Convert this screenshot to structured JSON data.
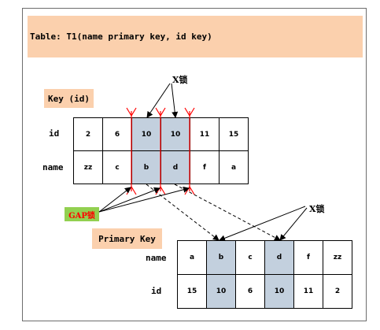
{
  "title": "Table: T1(name primary key, id key)",
  "key_label": "Key (id)",
  "primary_label": "Primary Key",
  "gap_label": "GAP锁",
  "x_lock_label_top": "X锁",
  "x_lock_label_right": "X锁",
  "secondary_index": {
    "id_label": "id",
    "name_label": "name",
    "ids": [
      "2",
      "6",
      "10",
      "10",
      "11",
      "15"
    ],
    "names": [
      "zz",
      "c",
      "b",
      "d",
      "f",
      "a"
    ]
  },
  "primary_index": {
    "name_label": "name",
    "id_label": "id",
    "names": [
      "a",
      "b",
      "c",
      "d",
      "f",
      "zz"
    ],
    "ids": [
      "15",
      "10",
      "6",
      "10",
      "11",
      "2"
    ]
  },
  "colors": {
    "tag_bg": "#fbd0ad",
    "highlight": "#c3d0de",
    "gap_bg": "#92d050",
    "gap_text": "#ff0000",
    "gap_line": "#ff0000"
  }
}
